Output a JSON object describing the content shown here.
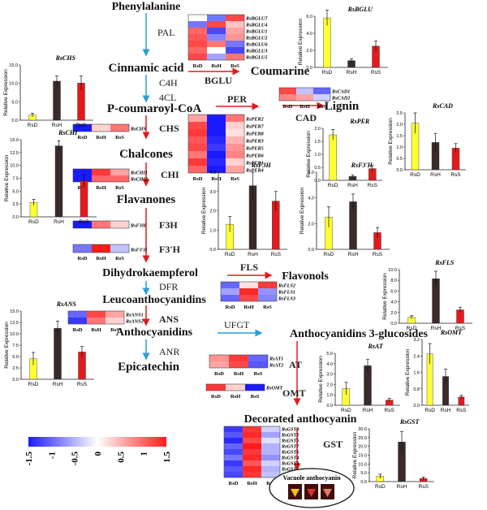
{
  "pathway": {
    "compounds": [
      "Phenylalanine",
      "Cinnamic acid",
      "P-coumaroyl-CoA",
      "Chalcones",
      "Flavanones",
      "Dihydrokaempferol",
      "Leucoanthocyanidins",
      "Anthocyanidins",
      "Epicatechin",
      "Coumarine",
      "Lignin",
      "Flavonols",
      "Anthocyanidins 3-glucosides",
      "Decorated  anthocyanin",
      "Vacuole anthocyanin"
    ],
    "enzymes": [
      "PAL",
      "C4H",
      "4CL",
      "CHS",
      "CHI",
      "F3H",
      "F3'H",
      "DFR",
      "ANS",
      "ANR",
      "BGLU",
      "PER",
      "CAD",
      "FLS",
      "UFGT",
      "AT",
      "OMT",
      "GST"
    ]
  },
  "heatmap_columns": [
    "RsD",
    "RsH",
    "RsS"
  ],
  "heatmaps": [
    {
      "id": "BGLU",
      "genes": [
        "RsBGLU7",
        "RsBGLU4",
        "RsBGLU1",
        "RsBGLU2",
        "RsBGLU6",
        "RsBGLU3",
        "RsBGLU5"
      ],
      "values": [
        [
          0.0,
          -0.9,
          1.2
        ],
        [
          -0.9,
          1.2,
          0.4
        ],
        [
          1.0,
          -1.2,
          0.6
        ],
        [
          1.1,
          -0.8,
          0.7
        ],
        [
          1.2,
          0.9,
          -0.9
        ],
        [
          1.0,
          0.0,
          -1.2
        ],
        [
          1.2,
          -0.6,
          0.9
        ]
      ]
    },
    {
      "id": "CAD",
      "genes": [
        "RsCAD1",
        "RsCAD2"
      ],
      "values": [
        [
          1.2,
          -0.4,
          -1.0
        ],
        [
          0.8,
          0.6,
          -0.3
        ]
      ]
    },
    {
      "id": "PER",
      "genes": [
        "RsPER2",
        "RsPER7",
        "RsPER8",
        "RsPER3",
        "RsPER5",
        "RsPER6",
        "RsPER1",
        "RsPER4"
      ],
      "values": [
        [
          0.6,
          -1.5,
          0.9
        ],
        [
          1.2,
          -1.5,
          0.3
        ],
        [
          1.3,
          -1.5,
          0.2
        ],
        [
          1.1,
          -1.4,
          0.5
        ],
        [
          1.2,
          -1.3,
          0.7
        ],
        [
          0.9,
          -1.5,
          0.8
        ],
        [
          1.3,
          -1.4,
          0.3
        ],
        [
          1.0,
          -1.5,
          0.6
        ]
      ]
    },
    {
      "id": "CHS",
      "genes": [
        "RsCHS"
      ],
      "values": [
        [
          -1.5,
          0.3,
          0.9
        ]
      ]
    },
    {
      "id": "CHI",
      "genes": [
        "RsCHI1",
        "RsCHI2"
      ],
      "values": [
        [
          -1.5,
          1.3,
          0.6
        ],
        [
          -1.5,
          1.0,
          1.0
        ]
      ]
    },
    {
      "id": "F3H",
      "genes": [
        "RsF3H"
      ],
      "values": [
        [
          -1.5,
          0.9,
          0.3
        ]
      ]
    },
    {
      "id": "F3'H",
      "genes": [
        "RsF3'H"
      ],
      "values": [
        [
          -0.9,
          1.5,
          -0.4
        ]
      ]
    },
    {
      "id": "FLS",
      "genes": [
        "RsFLS2",
        "RsFLS1",
        "RsFLS3"
      ],
      "values": [
        [
          -1.0,
          0.2,
          1.3
        ],
        [
          -0.6,
          1.4,
          -0.7
        ],
        [
          -1.0,
          1.2,
          -0.8
        ]
      ]
    },
    {
      "id": "ANS",
      "genes": [
        "RsANS1",
        "RsANS2"
      ],
      "values": [
        [
          -1.0,
          1.2,
          0.6
        ],
        [
          -1.3,
          0.9,
          0.3
        ]
      ]
    },
    {
      "id": "AT",
      "genes": [
        "RsAT1",
        "RsAT2"
      ],
      "values": [
        [
          0.7,
          1.3,
          -1.0
        ],
        [
          0.6,
          1.2,
          -1.1
        ]
      ]
    },
    {
      "id": "OMT",
      "genes": [
        "RsOMT"
      ],
      "values": [
        [
          1.3,
          0.3,
          -1.5
        ]
      ]
    },
    {
      "id": "GST",
      "genes": [
        "RsGST3",
        "RsGST2",
        "RsGST5",
        "RsGST7",
        "RsGST6",
        "RsGST4",
        "RsGST8",
        "RsGST1",
        "RsGST9"
      ],
      "values": [
        [
          -1.3,
          1.3,
          -0.3
        ],
        [
          -1.1,
          1.4,
          -0.6
        ],
        [
          -1.4,
          1.2,
          -0.2
        ],
        [
          -1.0,
          1.5,
          -0.5
        ],
        [
          -1.2,
          1.3,
          -0.5
        ],
        [
          -0.9,
          1.4,
          -0.7
        ],
        [
          -1.3,
          1.1,
          -0.3
        ],
        [
          -1.1,
          1.4,
          -0.5
        ],
        [
          -1.2,
          1.3,
          -0.4
        ]
      ]
    }
  ],
  "color_legend": {
    "ticks": [
      "-1.5",
      "-1",
      "-0.5",
      "0",
      "0.5",
      "1",
      "1.5"
    ],
    "low": "#1a1aff",
    "mid": "#ffffff",
    "high": "#ff1a1a",
    "min": -1.5,
    "max": 1.5
  },
  "bar_colors": [
    "#ffff33",
    "#3a2a2a",
    "#e31a1c"
  ],
  "chart_data": [
    {
      "type": "bar",
      "title": "RsBGLU",
      "ylabel": "Relative Expression",
      "categories": [
        "RsD",
        "RsH",
        "RsS"
      ],
      "values": [
        5.8,
        0.8,
        2.5
      ],
      "errors": [
        0.9,
        0.2,
        0.6
      ],
      "ylim": [
        0,
        6
      ],
      "ticks": [
        "0.0",
        "2.0",
        "4.0",
        "6.0"
      ]
    },
    {
      "type": "bar",
      "title": "RsCHS",
      "ylabel": "Relative Expression",
      "categories": [
        "RsD",
        "RsH",
        "RsS"
      ],
      "values": [
        1.4,
        10.6,
        10.1
      ],
      "errors": [
        0.5,
        1.4,
        1.9
      ],
      "ylim": [
        0,
        15
      ],
      "ticks": [
        "0.0",
        "5.0",
        "10.0",
        "15.0"
      ]
    },
    {
      "type": "bar",
      "title": "RsCAD",
      "ylabel": "Relative Expression",
      "categories": [
        "RsD",
        "RsH",
        "RsS"
      ],
      "values": [
        2.05,
        1.2,
        0.95
      ],
      "errors": [
        0.45,
        0.4,
        0.2
      ],
      "ylim": [
        0,
        2.5
      ],
      "ticks": [
        "0.0",
        "0.5",
        "1.0",
        "1.5",
        "2.0",
        "2.5"
      ]
    },
    {
      "type": "bar",
      "title": "RsPER",
      "ylabel": "Relative Expression",
      "categories": [
        "RsD",
        "RsH",
        "RsS"
      ],
      "values": [
        1.75,
        0.15,
        0.45
      ],
      "errors": [
        0.2,
        0.05,
        0.12
      ],
      "ylim": [
        0,
        2
      ],
      "ticks": [
        "0.0",
        "0.5",
        "1.0",
        "1.5",
        "2.0"
      ]
    },
    {
      "type": "bar",
      "title": "RsCHI",
      "ylabel": "Relative Expression",
      "categories": [
        "RsD",
        "RsH",
        "RsS"
      ],
      "values": [
        2.8,
        13.8,
        7.0
      ],
      "errors": [
        0.6,
        1.0,
        1.2
      ],
      "ylim": [
        0,
        15
      ],
      "ticks": [
        "0.0",
        "2.5",
        "5.0",
        "7.5",
        "10.0",
        "12.5",
        "15.0"
      ]
    },
    {
      "type": "bar",
      "title": "RsF3H",
      "ylabel": "Relative Expression",
      "categories": [
        "RsD",
        "RsH",
        "RsS"
      ],
      "values": [
        1.3,
        3.3,
        2.5
      ],
      "errors": [
        0.4,
        0.7,
        0.5
      ],
      "ylim": [
        0,
        4
      ],
      "ticks": [
        "0.0",
        "1.0",
        "2.0",
        "3.0",
        "4.0"
      ]
    },
    {
      "type": "bar",
      "title": "RsF3'H",
      "ylabel": "Relative Expression",
      "categories": [
        "RsD",
        "RsH",
        "RsS"
      ],
      "values": [
        2.5,
        3.7,
        1.3
      ],
      "errors": [
        0.8,
        0.6,
        0.4
      ],
      "ylim": [
        0,
        6
      ],
      "ticks": [
        "0.0",
        "2.0",
        "4.0",
        "6.0"
      ]
    },
    {
      "type": "bar",
      "title": "RsFLS",
      "ylabel": "Relative Expression",
      "categories": [
        "RsD",
        "RsH",
        "RsS"
      ],
      "values": [
        1.1,
        8.3,
        2.5
      ],
      "errors": [
        0.3,
        1.4,
        0.5
      ],
      "ylim": [
        0,
        10
      ],
      "ticks": [
        "0.0",
        "2.0",
        "4.0",
        "6.0",
        "8.0",
        "10.0"
      ]
    },
    {
      "type": "bar",
      "title": "RsANS",
      "ylabel": "Relative Expression",
      "categories": [
        "RsD",
        "RsH",
        "RsS"
      ],
      "values": [
        4.5,
        11.2,
        6.0
      ],
      "errors": [
        1.4,
        1.6,
        1.2
      ],
      "ylim": [
        0,
        15
      ],
      "ticks": [
        "0.0",
        "2.5",
        "5.0",
        "7.5",
        "10.0",
        "12.5",
        "15.0"
      ]
    },
    {
      "type": "bar",
      "title": "RsAT",
      "ylabel": "Relative Expression",
      "categories": [
        "RsD",
        "RsH",
        "RsS"
      ],
      "values": [
        1.6,
        3.8,
        0.5
      ],
      "errors": [
        0.6,
        0.6,
        0.15
      ],
      "ylim": [
        0,
        5
      ],
      "ticks": [
        "0.0",
        "1.0",
        "2.0",
        "3.0",
        "4.0",
        "5.0"
      ]
    },
    {
      "type": "bar",
      "title": "RsOMT",
      "ylabel": "Relative Expression",
      "categories": [
        "RsD",
        "RsH",
        "RsS"
      ],
      "values": [
        2.5,
        1.4,
        0.4
      ],
      "errors": [
        0.5,
        0.35,
        0.08
      ],
      "ylim": [
        0,
        3.2
      ],
      "ticks": [
        "0.0",
        "0.8",
        "1.6",
        "2.4",
        "3.2"
      ]
    },
    {
      "type": "bar",
      "title": "RsGST",
      "ylabel": "Relative Expression",
      "categories": [
        "RsD",
        "RsH",
        "RsS"
      ],
      "values": [
        3.0,
        22.5,
        1.8
      ],
      "errors": [
        1.2,
        6.0,
        0.8
      ],
      "ylim": [
        0,
        30
      ],
      "ticks": [
        "0.0",
        "5.0",
        "10.0",
        "15.0",
        "20.0",
        "25.0",
        "30.0"
      ]
    }
  ]
}
